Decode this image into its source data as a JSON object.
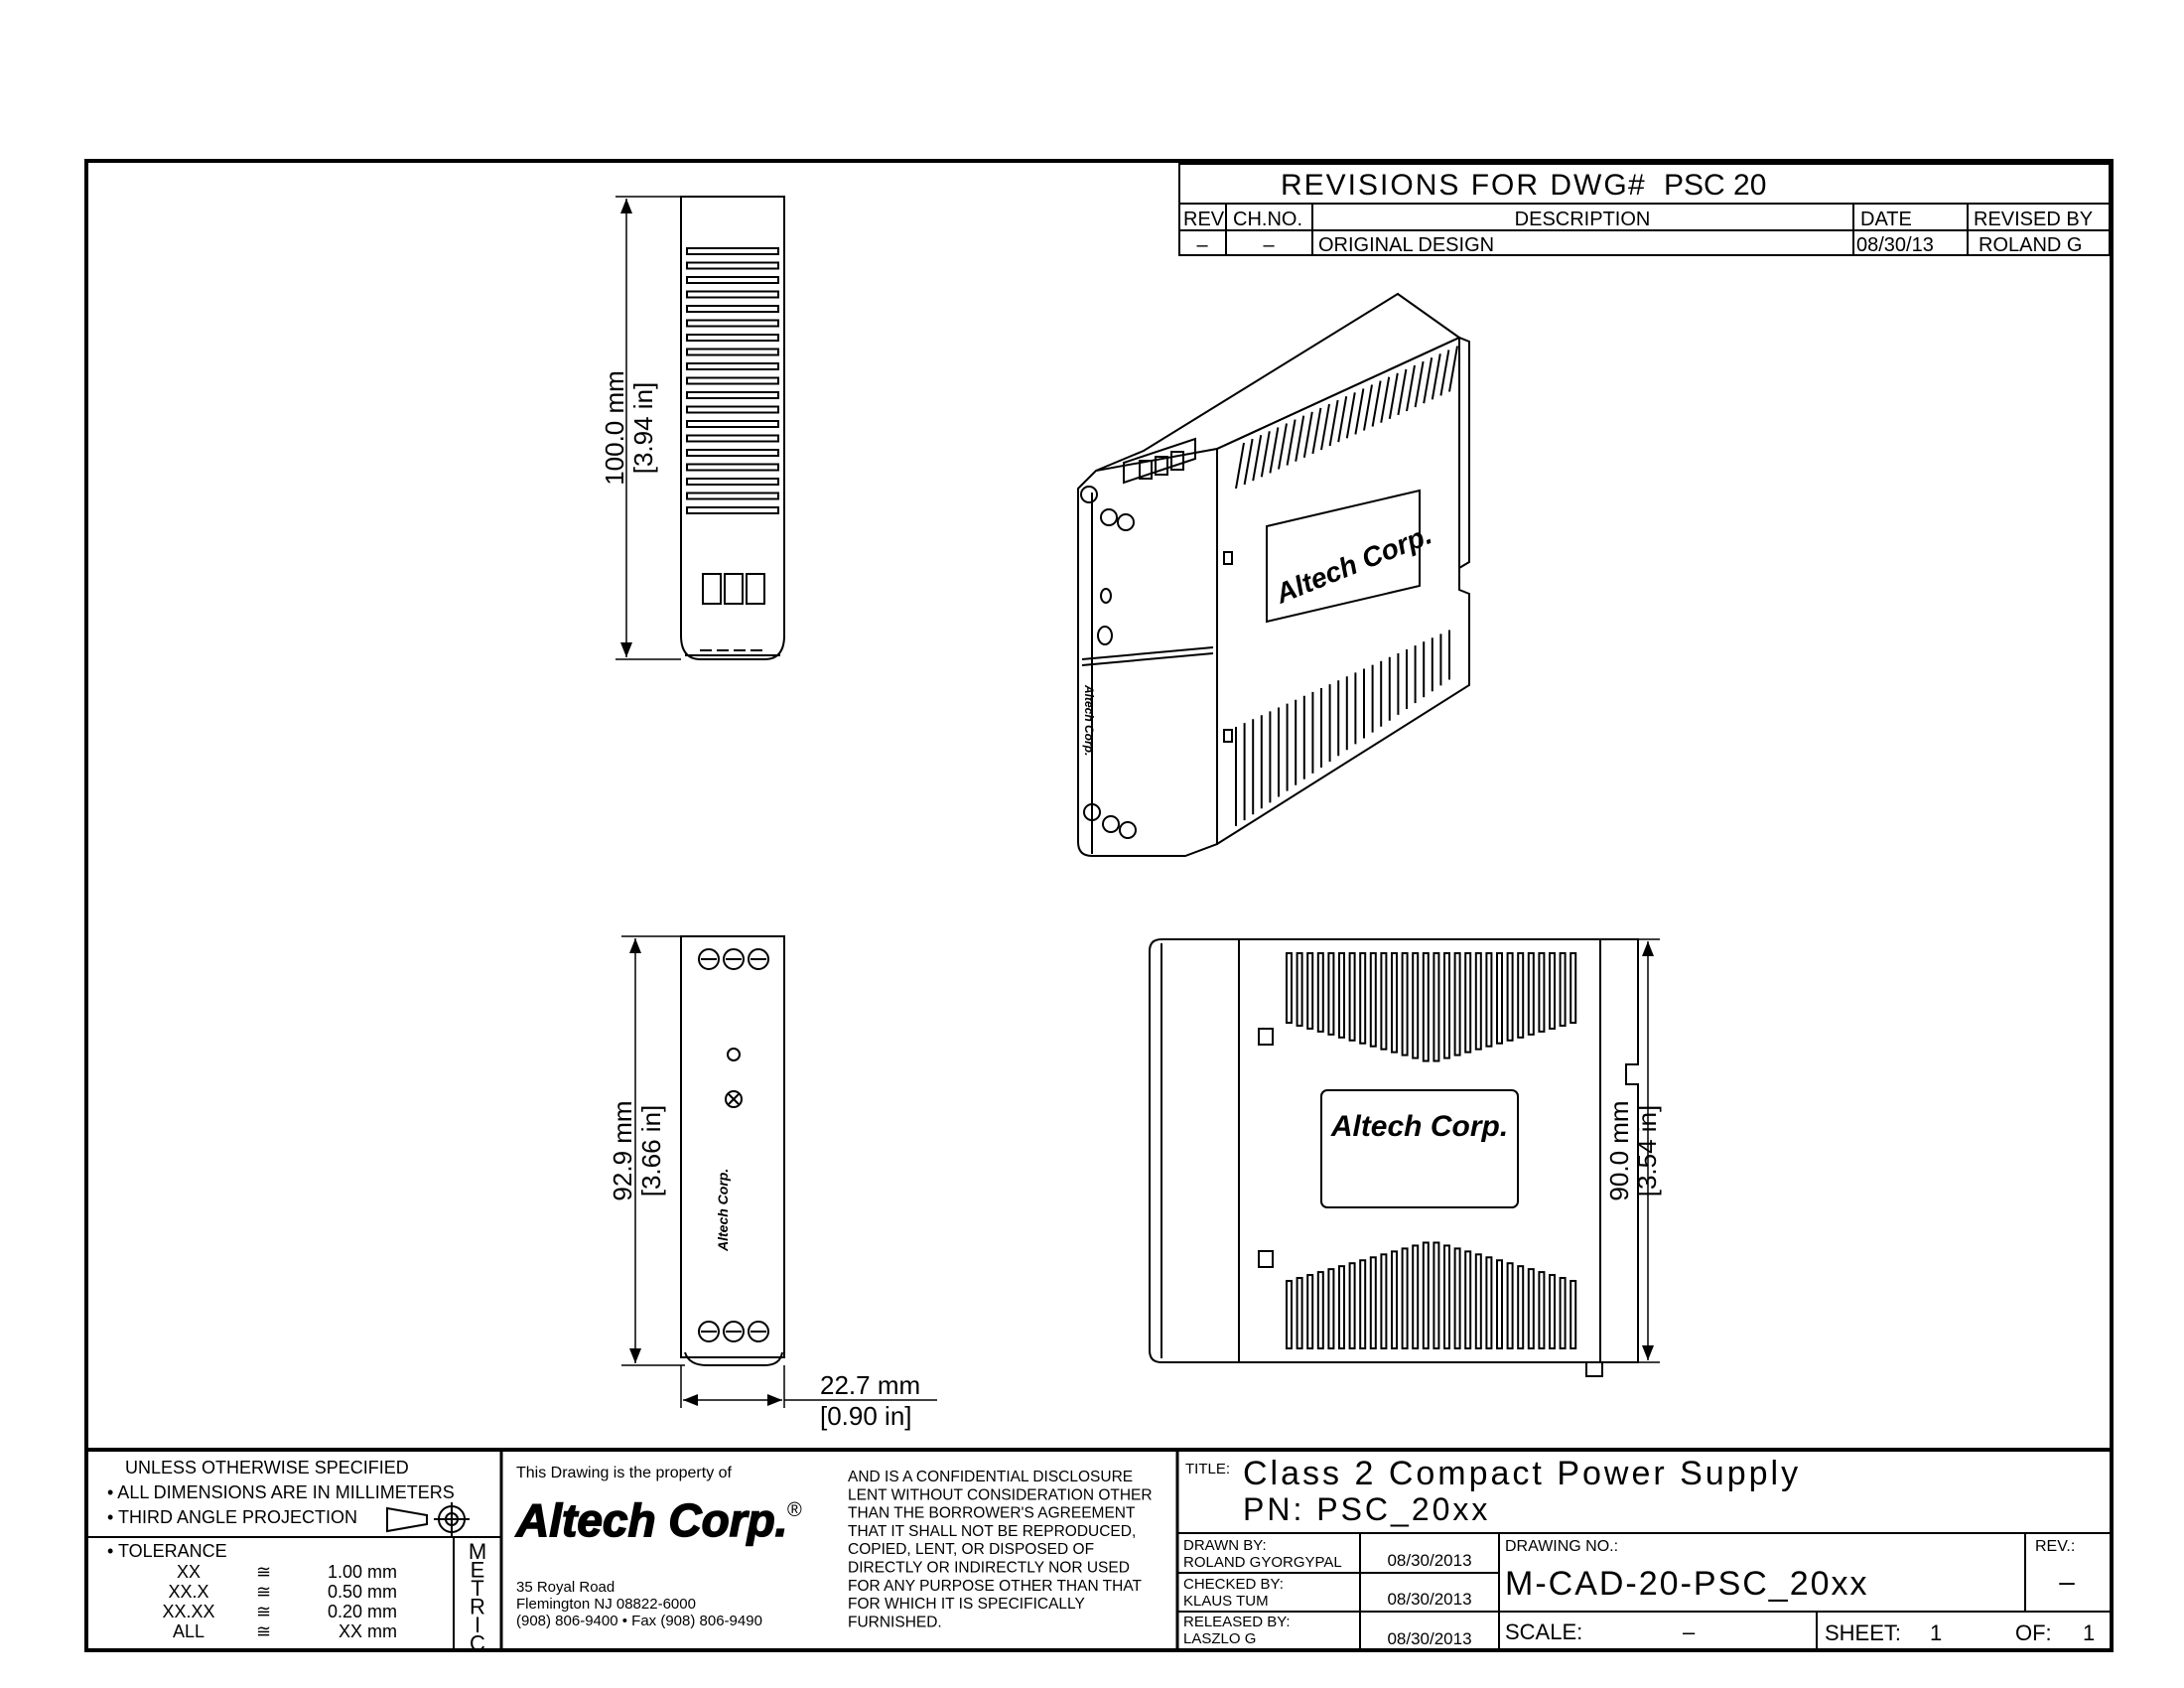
{
  "revisions": {
    "heading": "REVISIONS FOR DWG",
    "hash": "#",
    "dwg_number": "PSC 20",
    "columns": {
      "rev": "REV",
      "chno": "CH.NO.",
      "description": "DESCRIPTION",
      "date": "DATE",
      "revised_by": "REVISED BY"
    },
    "row": {
      "rev": "–",
      "chno": "–",
      "description": "ORIGINAL DESIGN",
      "date": "08/30/13",
      "revised_by": "ROLAND G"
    }
  },
  "dimensions": {
    "top_height_mm": "100.0 mm",
    "top_height_in": "[3.94 in]",
    "front_height_mm": "92.9 mm",
    "front_height_in": "[3.66 in]",
    "width_mm": "22.7 mm",
    "width_in": "[0.90 in]",
    "side_height_mm": "90.0 mm",
    "side_height_in": "[3.54 in]"
  },
  "logo": {
    "text": "Altech Corp."
  },
  "notes": {
    "line1": "UNLESS OTHERWISE SPECIFIED",
    "line2": "• ALL DIMENSIONS ARE IN MILLIMETERS",
    "line3": "• THIRD ANGLE PROJECTION",
    "tolerance_label": "• TOLERANCE",
    "tolerances": [
      {
        "k": "XX",
        "sym": "≅",
        "v": "1.00 mm"
      },
      {
        "k": "XX.X",
        "sym": "≅",
        "v": "0.50 mm"
      },
      {
        "k": "XX.XX",
        "sym": "≅",
        "v": "0.20 mm"
      },
      {
        "k": "ALL",
        "sym": "≅",
        "v": "XX mm"
      }
    ],
    "metric": [
      "M",
      "E",
      "T",
      "R",
      "I",
      "C"
    ]
  },
  "company": {
    "property_of": "This Drawing is the property of",
    "name": "Altech Corp.",
    "registered": "®",
    "address1": "35 Royal Road",
    "address2": "Flemington NJ 08822-6000",
    "phone": "(908) 806-9400 • Fax (908) 806-9490",
    "confidential": [
      "AND IS A CONFIDENTIAL DISCLOSURE",
      "LENT WITHOUT CONSIDERATION OTHER",
      "THAN THE BORROWER'S AGREEMENT",
      "THAT IT SHALL NOT BE REPRODUCED,",
      "COPIED, LENT, OR DISPOSED OF",
      "DIRECTLY OR INDIRECTLY NOR USED",
      "FOR ANY PURPOSE OTHER THAN THAT",
      "FOR WHICH IT IS SPECIFICALLY",
      "FURNISHED."
    ]
  },
  "title_block": {
    "title_label": "TITLE:",
    "title": "Class 2 Compact Power Supply",
    "pn": "PN: PSC_20xx",
    "drawn_label": "DRAWN BY:",
    "drawn_name": "ROLAND GYORGYPAL",
    "drawn_date": "08/30/2013",
    "checked_label": "CHECKED BY:",
    "checked_name": "KLAUS TUM",
    "checked_date": "08/30/2013",
    "released_label": "RELEASED BY:",
    "released_name": "LASZLO G",
    "released_date": "08/30/2013",
    "drawing_no_label": "DRAWING NO.:",
    "drawing_no": "M-CAD-20-PSC_20xx",
    "rev_label": "REV.:",
    "rev": "–",
    "scale_label": "SCALE:",
    "scale": "–",
    "sheet_label": "SHEET:",
    "sheet": "1",
    "of_label": "OF:",
    "of": "1"
  }
}
